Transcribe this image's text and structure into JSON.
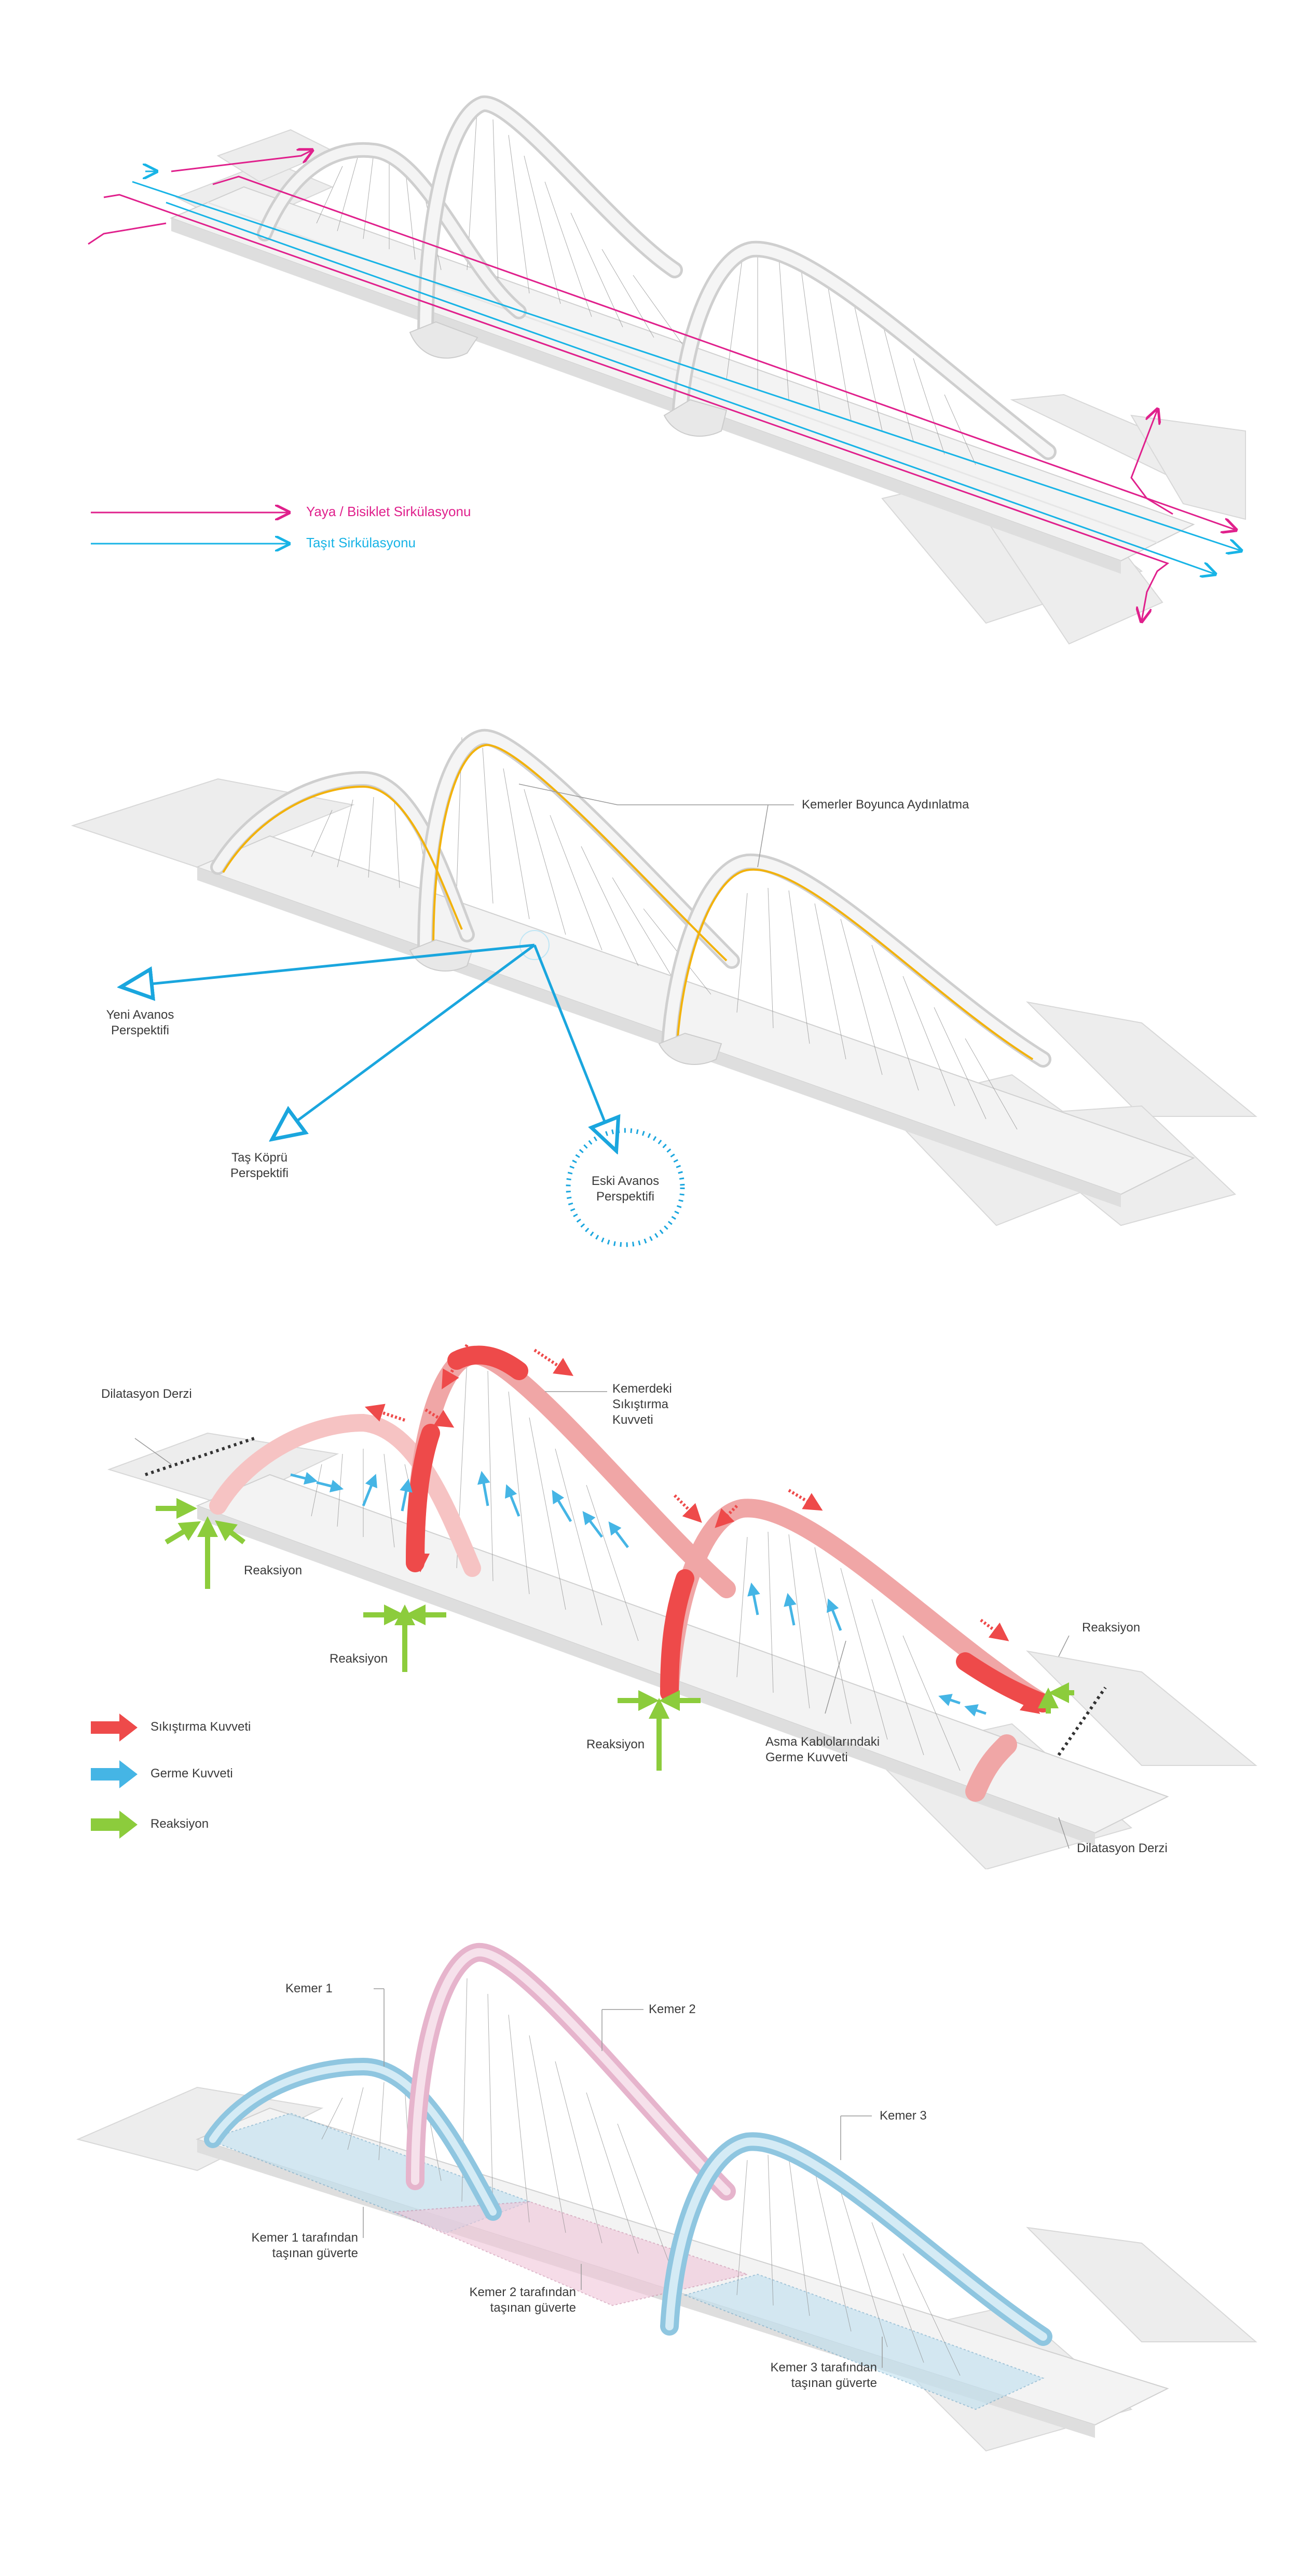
{
  "colors": {
    "pedestrian": "#e0208c",
    "vehicle": "#18b4e6",
    "lighting": "#f2b20c",
    "perspective": "#1aa6de",
    "compression": "#ee4a4a",
    "tension": "#45b5e5",
    "reaction": "#8ccc3c",
    "arch1": "#8fc6e0",
    "arch2": "#e6b4cc",
    "arch3": "#8fc6e0"
  },
  "circulation": {
    "legend": [
      {
        "label": "Yaya / Bisiklet Sirkülasyonu",
        "color": "#e0208c",
        "icon": "arrow-line-icon"
      },
      {
        "label": "Taşıt Sirkülasyonu",
        "color": "#18b4e6",
        "icon": "arrow-line-icon"
      }
    ]
  },
  "lighting": {
    "label": "Kemerler Boyunca Aydınlatma",
    "perspectives": [
      "Yeni Avanos\nPerspektifi",
      "Taş Köprü\nPerspektifi",
      "Eski Avanos\nPerspektifi"
    ]
  },
  "forces": {
    "expansion_joint_left": "Dilatasyon Derzi",
    "expansion_joint_right": "Dilatasyon Derzi",
    "arch_compression": "Kemerdeki\nSıkıştırma\nKuvveti",
    "cable_tension": "Asma Kablolarındaki\nGerme Kuvveti",
    "reactions": [
      "Reaksiyon",
      "Reaksiyon",
      "Reaksiyon",
      "Reaksiyon"
    ],
    "legend": [
      {
        "label": "Sıkıştırma Kuvveti",
        "color": "#ee4a4a",
        "icon": "block-arrow-icon"
      },
      {
        "label": "Germe Kuvveti",
        "color": "#45b5e5",
        "icon": "block-arrow-icon"
      },
      {
        "label": "Reaksiyon",
        "color": "#8ccc3c",
        "icon": "block-arrow-icon"
      }
    ]
  },
  "arches": {
    "names": [
      "Kemer 1",
      "Kemer 2",
      "Kemer 3"
    ],
    "decks": [
      "Kemer 1 tarafından\ntaşınan güverte",
      "Kemer 2 tarafından\ntaşınan güverte",
      "Kemer 3 tarafından\ntaşınan güverte"
    ]
  }
}
